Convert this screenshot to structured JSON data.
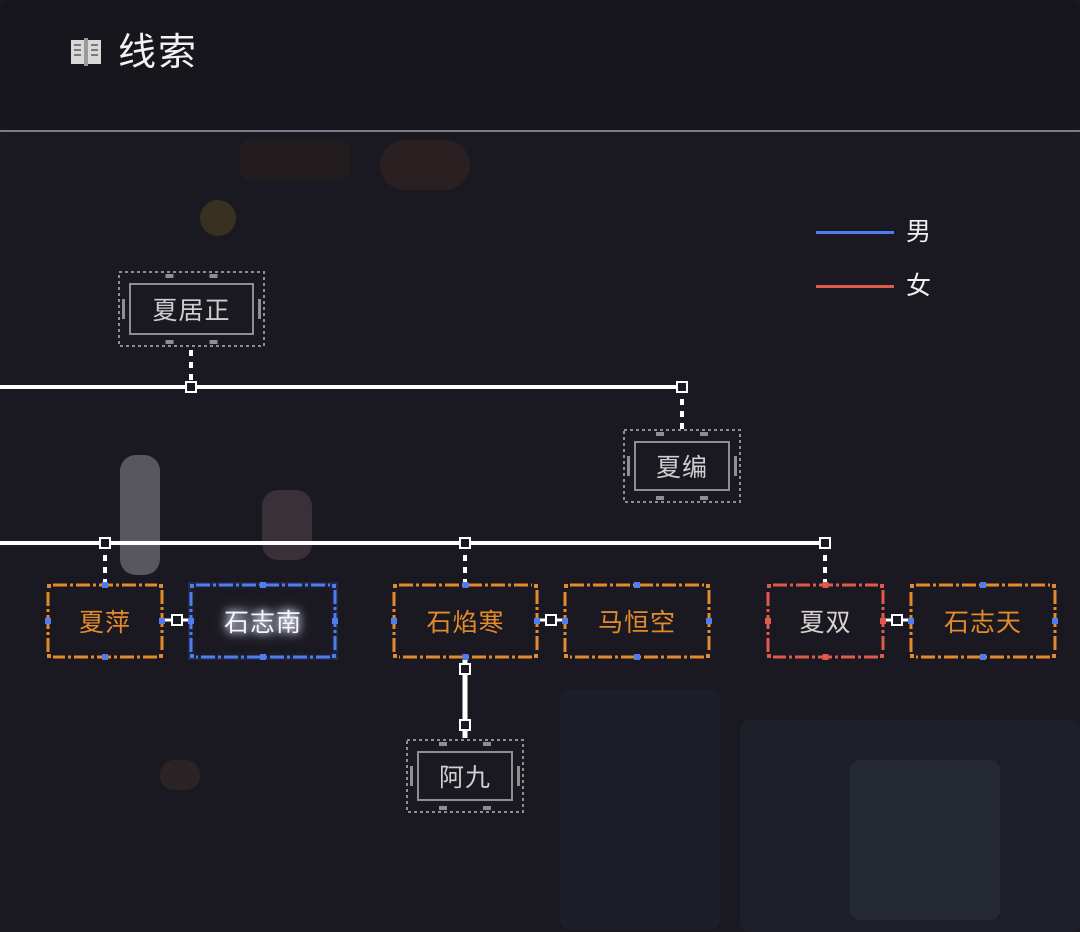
{
  "screen": {
    "title": "线索",
    "title_icon": "book-icon"
  },
  "legend": [
    {
      "label": "男",
      "color": "#4f7cf0"
    },
    {
      "label": "女",
      "color": "#e05a4a"
    }
  ],
  "colors": {
    "unknown": "#8f8f8f",
    "orange": "#e38b2b",
    "male": "#4f7cf0",
    "female": "#e05a4a",
    "line": "#ffffff"
  },
  "people": [
    {
      "id": "xia-juzheng",
      "name": "夏居正",
      "style": "grey"
    },
    {
      "id": "xia-bian",
      "name": "夏编",
      "style": "grey"
    },
    {
      "id": "xia-ping",
      "name": "夏萍",
      "style": "orange"
    },
    {
      "id": "shi-zhinan",
      "name": "石志南",
      "style": "blue"
    },
    {
      "id": "shi-yanhan",
      "name": "石焰寒",
      "style": "orange"
    },
    {
      "id": "ma-hengkong",
      "name": "马恒空",
      "style": "orange"
    },
    {
      "id": "xia-shuang",
      "name": "夏双",
      "style": "red"
    },
    {
      "id": "shi-zhitian",
      "name": "石志天",
      "style": "orange"
    },
    {
      "id": "a-jiu",
      "name": "阿九",
      "style": "grey"
    }
  ]
}
